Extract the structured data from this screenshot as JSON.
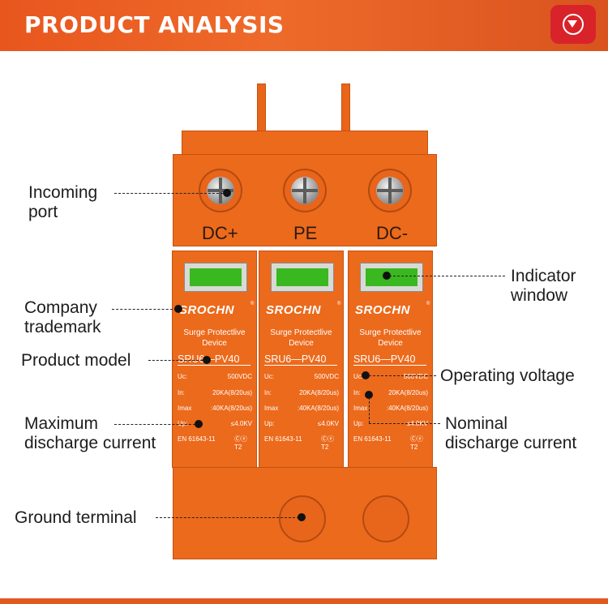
{
  "banner": {
    "title": "PRODUCT ANALYSIS"
  },
  "terminals": [
    "DC+",
    "PE",
    "DC-"
  ],
  "modules": [
    {
      "brand": "SROCHN",
      "type_line1": "Surge Protectlive",
      "type_line2": "Device",
      "model": "SRU6—PV40",
      "uc_label": "Uc:",
      "uc_value": "500VDC",
      "in_label": "In:",
      "in_value": "20KA(8/20us)",
      "imax_label": "Imax",
      "imax_value": ":40KA(8/20us)",
      "up_label": "Up:",
      "up_value": "≤4.0KV",
      "standard": "EN 61643-11"
    },
    {
      "brand": "SROCHN",
      "type_line1": "Surge Protectlive",
      "type_line2": "Device",
      "model": "SRU6—PV40",
      "uc_label": "Uc:",
      "uc_value": "500VDC",
      "in_label": "In:",
      "in_value": "20KA(8/20us)",
      "imax_label": "Imax",
      "imax_value": ":40KA(8/20us)",
      "up_label": "Up:",
      "up_value": "≤4.0KV",
      "standard": "EN 61643-11"
    },
    {
      "brand": "SROCHN",
      "type_line1": "Surge Protectlive",
      "type_line2": "Device",
      "model": "SRU6—PV40",
      "uc_label": "Uc:",
      "uc_value": "500VDC",
      "in_label": "In:",
      "in_value": "20KA(8/20us)",
      "imax_label": "Imax",
      "imax_value": ":40KA(8/20us)",
      "up_label": "Up:",
      "up_value": "≤4.0KV",
      "standard": "EN 61643-11"
    }
  ],
  "callouts": {
    "incoming_port": {
      "line1": "Incoming",
      "line2": "port"
    },
    "company_trademark": {
      "line1": "Company",
      "line2": "trademark"
    },
    "product_model": "Product model",
    "maximum_discharge": {
      "line1": "Maximum",
      "line2": "discharge current"
    },
    "ground_terminal": "Ground terminal",
    "indicator_window": {
      "line1": "Indicator",
      "line2": "window"
    },
    "operating_voltage": "Operating voltage",
    "nominal_discharge": {
      "line1": "Nominal",
      "line2": "discharge current"
    }
  },
  "colors": {
    "banner": "#e8561e",
    "body_orange": "#ec6a1c",
    "indicator_green": "#39b81f",
    "button_red": "#d9232a"
  },
  "icons": {
    "banner_button": "chevron-down-circle-icon"
  }
}
